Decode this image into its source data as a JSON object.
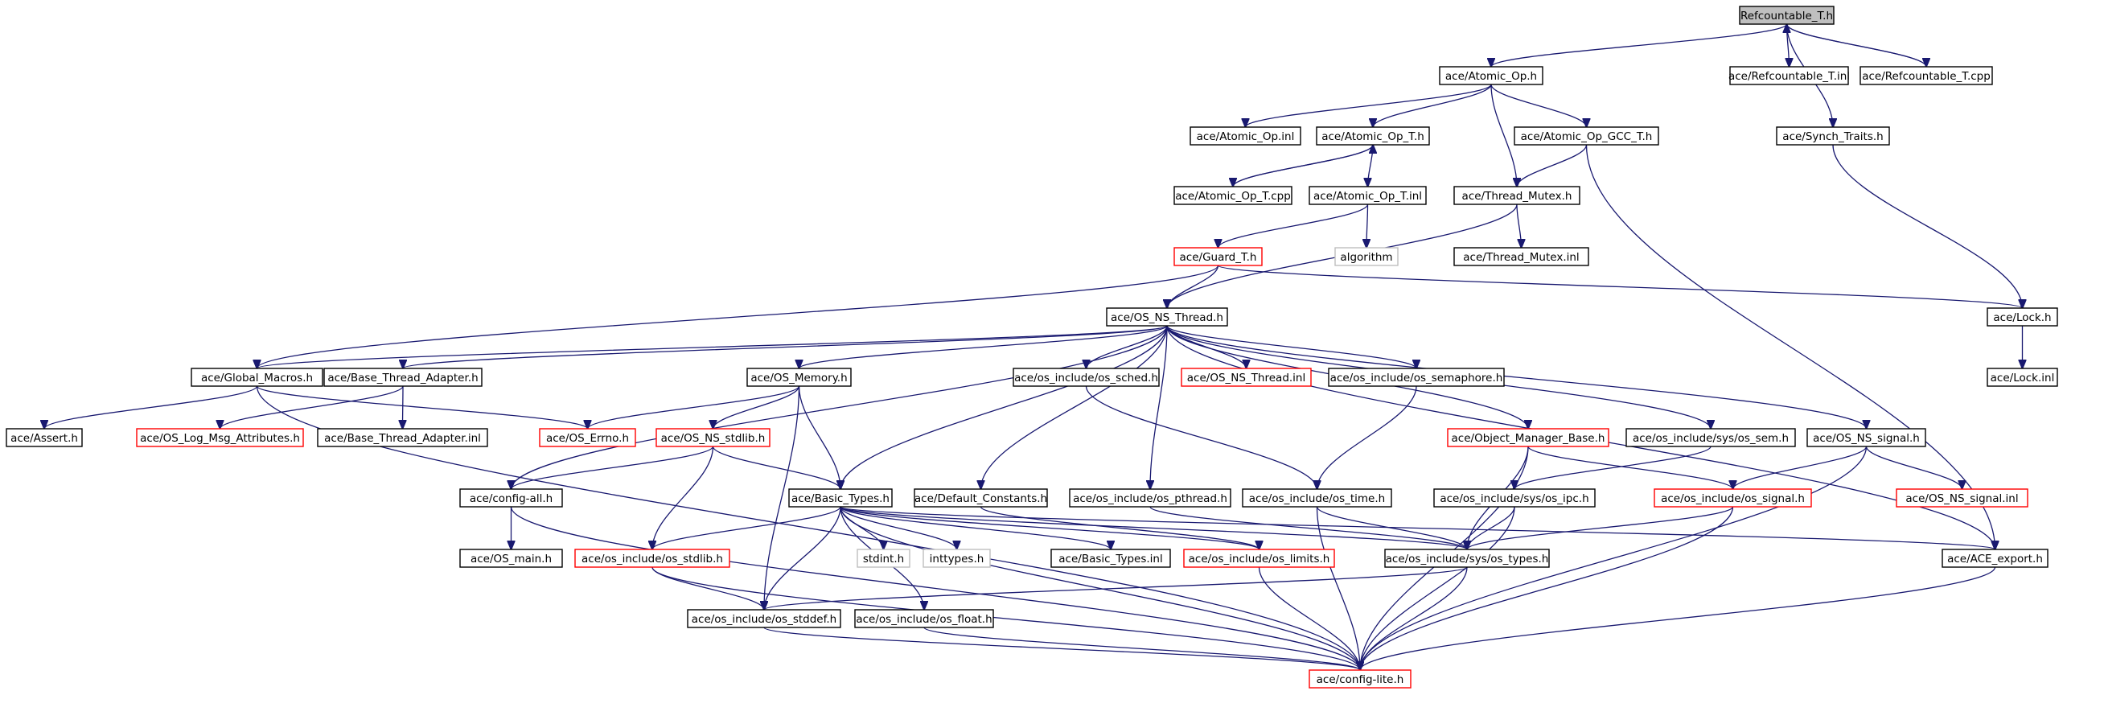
{
  "graph": {
    "nodes": [
      {
        "id": "refcountable_t_h",
        "label": "Refcountable_T.h",
        "type": "root"
      },
      {
        "id": "atomic_op_h",
        "label": "ace/Atomic_Op.h",
        "type": "normal"
      },
      {
        "id": "refcountable_t_inl",
        "label": "ace/Refcountable_T.inl",
        "type": "normal"
      },
      {
        "id": "refcountable_t_cpp",
        "label": "ace/Refcountable_T.cpp",
        "type": "normal"
      },
      {
        "id": "synch_traits_h",
        "label": "ace/Synch_Traits.h",
        "type": "normal"
      },
      {
        "id": "atomic_op_inl",
        "label": "ace/Atomic_Op.inl",
        "type": "normal"
      },
      {
        "id": "atomic_op_t_h",
        "label": "ace/Atomic_Op_T.h",
        "type": "normal"
      },
      {
        "id": "atomic_op_gcc_t_h",
        "label": "ace/Atomic_Op_GCC_T.h",
        "type": "normal"
      },
      {
        "id": "atomic_op_t_cpp",
        "label": "ace/Atomic_Op_T.cpp",
        "type": "normal"
      },
      {
        "id": "atomic_op_t_inl",
        "label": "ace/Atomic_Op_T.inl",
        "type": "normal"
      },
      {
        "id": "thread_mutex_h",
        "label": "ace/Thread_Mutex.h",
        "type": "normal"
      },
      {
        "id": "guard_t_h",
        "label": "ace/Guard_T.h",
        "type": "truncated"
      },
      {
        "id": "algorithm",
        "label": "algorithm",
        "type": "external"
      },
      {
        "id": "thread_mutex_inl",
        "label": "ace/Thread_Mutex.inl",
        "type": "normal"
      },
      {
        "id": "os_ns_thread_h",
        "label": "ace/OS_NS_Thread.h",
        "type": "normal"
      },
      {
        "id": "lock_h",
        "label": "ace/Lock.h",
        "type": "normal"
      },
      {
        "id": "lock_inl",
        "label": "ace/Lock.inl",
        "type": "normal"
      },
      {
        "id": "global_macros_h",
        "label": "ace/Global_Macros.h",
        "type": "normal"
      },
      {
        "id": "base_thread_adapter_h",
        "label": "ace/Base_Thread_Adapter.h",
        "type": "normal"
      },
      {
        "id": "os_memory_h",
        "label": "ace/OS_Memory.h",
        "type": "normal"
      },
      {
        "id": "os_sched_h",
        "label": "ace/os_include/os_sched.h",
        "type": "normal"
      },
      {
        "id": "os_ns_thread_inl",
        "label": "ace/OS_NS_Thread.inl",
        "type": "truncated"
      },
      {
        "id": "os_semaphore_h",
        "label": "ace/os_include/os_semaphore.h",
        "type": "normal"
      },
      {
        "id": "assert_h",
        "label": "ace/Assert.h",
        "type": "normal"
      },
      {
        "id": "os_log_msg_attributes_h",
        "label": "ace/OS_Log_Msg_Attributes.h",
        "type": "truncated"
      },
      {
        "id": "base_thread_adapter_inl",
        "label": "ace/Base_Thread_Adapter.inl",
        "type": "normal"
      },
      {
        "id": "os_errno_h",
        "label": "ace/OS_Errno.h",
        "type": "truncated"
      },
      {
        "id": "os_ns_stdlib_h",
        "label": "ace/OS_NS_stdlib.h",
        "type": "truncated"
      },
      {
        "id": "object_manager_base_h",
        "label": "ace/Object_Manager_Base.h",
        "type": "truncated"
      },
      {
        "id": "os_sem_h",
        "label": "ace/os_include/sys/os_sem.h",
        "type": "normal"
      },
      {
        "id": "os_ns_signal_h",
        "label": "ace/OS_NS_signal.h",
        "type": "normal"
      },
      {
        "id": "config_all_h",
        "label": "ace/config-all.h",
        "type": "normal"
      },
      {
        "id": "basic_types_h",
        "label": "ace/Basic_Types.h",
        "type": "normal"
      },
      {
        "id": "default_constants_h",
        "label": "ace/Default_Constants.h",
        "type": "normal"
      },
      {
        "id": "os_pthread_h",
        "label": "ace/os_include/os_pthread.h",
        "type": "normal"
      },
      {
        "id": "os_time_h",
        "label": "ace/os_include/os_time.h",
        "type": "normal"
      },
      {
        "id": "os_ipc_h",
        "label": "ace/os_include/sys/os_ipc.h",
        "type": "normal"
      },
      {
        "id": "os_signal_h",
        "label": "ace/os_include/os_signal.h",
        "type": "truncated"
      },
      {
        "id": "os_ns_signal_inl",
        "label": "ace/OS_NS_signal.inl",
        "type": "truncated"
      },
      {
        "id": "os_main_h",
        "label": "ace/OS_main.h",
        "type": "normal"
      },
      {
        "id": "os_stdlib_h",
        "label": "ace/os_include/os_stdlib.h",
        "type": "truncated"
      },
      {
        "id": "stdint_h",
        "label": "stdint.h",
        "type": "external"
      },
      {
        "id": "inttypes_h",
        "label": "inttypes.h",
        "type": "external"
      },
      {
        "id": "basic_types_inl",
        "label": "ace/Basic_Types.inl",
        "type": "normal"
      },
      {
        "id": "os_limits_h",
        "label": "ace/os_include/os_limits.h",
        "type": "truncated"
      },
      {
        "id": "os_types_h",
        "label": "ace/os_include/sys/os_types.h",
        "type": "normal"
      },
      {
        "id": "ace_export_h",
        "label": "ace/ACE_export.h",
        "type": "normal"
      },
      {
        "id": "os_stddef_h",
        "label": "ace/os_include/os_stddef.h",
        "type": "normal"
      },
      {
        "id": "os_float_h",
        "label": "ace/os_include/os_float.h",
        "type": "normal"
      },
      {
        "id": "config_lite_h",
        "label": "ace/config-lite.h",
        "type": "truncated"
      }
    ],
    "edges": [
      {
        "from": "refcountable_t_h",
        "to": "atomic_op_h"
      },
      {
        "from": "refcountable_t_h",
        "to": "refcountable_t_inl"
      },
      {
        "from": "refcountable_t_h",
        "to": "refcountable_t_cpp"
      },
      {
        "from": "refcountable_t_cpp",
        "to": "refcountable_t_h"
      },
      {
        "from": "refcountable_t_h",
        "to": "synch_traits_h"
      },
      {
        "from": "atomic_op_h",
        "to": "atomic_op_inl"
      },
      {
        "from": "atomic_op_h",
        "to": "atomic_op_t_h"
      },
      {
        "from": "atomic_op_h",
        "to": "atomic_op_gcc_t_h"
      },
      {
        "from": "atomic_op_h",
        "to": "thread_mutex_h"
      },
      {
        "from": "atomic_op_t_h",
        "to": "atomic_op_t_cpp"
      },
      {
        "from": "atomic_op_t_cpp",
        "to": "atomic_op_t_h"
      },
      {
        "from": "atomic_op_t_h",
        "to": "atomic_op_t_inl"
      },
      {
        "from": "atomic_op_gcc_t_h",
        "to": "thread_mutex_h"
      },
      {
        "from": "atomic_op_gcc_t_h",
        "to": "ace_export_h"
      },
      {
        "from": "atomic_op_t_inl",
        "to": "guard_t_h"
      },
      {
        "from": "atomic_op_t_inl",
        "to": "algorithm"
      },
      {
        "from": "thread_mutex_h",
        "to": "thread_mutex_inl"
      },
      {
        "from": "thread_mutex_h",
        "to": "os_ns_thread_h"
      },
      {
        "from": "synch_traits_h",
        "to": "lock_h"
      },
      {
        "from": "guard_t_h",
        "to": "os_ns_thread_h"
      },
      {
        "from": "guard_t_h",
        "to": "lock_h"
      },
      {
        "from": "guard_t_h",
        "to": "global_macros_h"
      },
      {
        "from": "lock_h",
        "to": "lock_inl"
      },
      {
        "from": "os_ns_thread_h",
        "to": "global_macros_h"
      },
      {
        "from": "os_ns_thread_h",
        "to": "base_thread_adapter_h"
      },
      {
        "from": "os_ns_thread_h",
        "to": "os_memory_h"
      },
      {
        "from": "os_ns_thread_h",
        "to": "os_sched_h"
      },
      {
        "from": "os_ns_thread_h",
        "to": "os_ns_thread_inl"
      },
      {
        "from": "os_ns_thread_h",
        "to": "os_semaphore_h"
      },
      {
        "from": "os_ns_thread_h",
        "to": "object_manager_base_h"
      },
      {
        "from": "os_ns_thread_h",
        "to": "os_sem_h"
      },
      {
        "from": "os_ns_thread_h",
        "to": "os_ns_signal_h"
      },
      {
        "from": "os_ns_thread_h",
        "to": "config_all_h"
      },
      {
        "from": "os_ns_thread_h",
        "to": "basic_types_h"
      },
      {
        "from": "os_ns_thread_h",
        "to": "default_constants_h"
      },
      {
        "from": "os_ns_thread_h",
        "to": "os_pthread_h"
      },
      {
        "from": "os_ns_thread_h",
        "to": "ace_export_h"
      },
      {
        "from": "global_macros_h",
        "to": "assert_h"
      },
      {
        "from": "global_macros_h",
        "to": "os_errno_h"
      },
      {
        "from": "global_macros_h",
        "to": "config_lite_h"
      },
      {
        "from": "base_thread_adapter_h",
        "to": "os_log_msg_attributes_h"
      },
      {
        "from": "base_thread_adapter_h",
        "to": "base_thread_adapter_inl"
      },
      {
        "from": "os_memory_h",
        "to": "os_errno_h"
      },
      {
        "from": "os_memory_h",
        "to": "os_ns_stdlib_h"
      },
      {
        "from": "os_memory_h",
        "to": "basic_types_h"
      },
      {
        "from": "os_memory_h",
        "to": "os_stddef_h"
      },
      {
        "from": "os_sched_h",
        "to": "os_time_h"
      },
      {
        "from": "os_semaphore_h",
        "to": "os_time_h"
      },
      {
        "from": "os_ns_stdlib_h",
        "to": "config_all_h"
      },
      {
        "from": "os_ns_stdlib_h",
        "to": "basic_types_h"
      },
      {
        "from": "os_ns_stdlib_h",
        "to": "os_stdlib_h"
      },
      {
        "from": "object_manager_base_h",
        "to": "os_signal_h"
      },
      {
        "from": "object_manager_base_h",
        "to": "os_types_h"
      },
      {
        "from": "object_manager_base_h",
        "to": "config_lite_h"
      },
      {
        "from": "os_sem_h",
        "to": "os_ipc_h"
      },
      {
        "from": "os_ns_signal_h",
        "to": "os_signal_h"
      },
      {
        "from": "os_ns_signal_h",
        "to": "os_ns_signal_inl"
      },
      {
        "from": "os_ns_signal_h",
        "to": "config_lite_h"
      },
      {
        "from": "config_all_h",
        "to": "os_main_h"
      },
      {
        "from": "config_all_h",
        "to": "config_lite_h"
      },
      {
        "from": "basic_types_h",
        "to": "os_stdlib_h"
      },
      {
        "from": "basic_types_h",
        "to": "stdint_h"
      },
      {
        "from": "basic_types_h",
        "to": "inttypes_h"
      },
      {
        "from": "basic_types_h",
        "to": "basic_types_inl"
      },
      {
        "from": "basic_types_h",
        "to": "os_limits_h"
      },
      {
        "from": "basic_types_h",
        "to": "os_types_h"
      },
      {
        "from": "basic_types_h",
        "to": "ace_export_h"
      },
      {
        "from": "basic_types_h",
        "to": "os_stddef_h"
      },
      {
        "from": "basic_types_h",
        "to": "os_float_h"
      },
      {
        "from": "basic_types_h",
        "to": "config_lite_h"
      },
      {
        "from": "default_constants_h",
        "to": "os_limits_h"
      },
      {
        "from": "os_pthread_h",
        "to": "os_types_h"
      },
      {
        "from": "os_time_h",
        "to": "os_types_h"
      },
      {
        "from": "os_time_h",
        "to": "config_lite_h"
      },
      {
        "from": "os_ipc_h",
        "to": "os_types_h"
      },
      {
        "from": "os_ipc_h",
        "to": "config_lite_h"
      },
      {
        "from": "os_signal_h",
        "to": "os_types_h"
      },
      {
        "from": "os_signal_h",
        "to": "config_lite_h"
      },
      {
        "from": "os_stdlib_h",
        "to": "os_stddef_h"
      },
      {
        "from": "os_stdlib_h",
        "to": "config_lite_h"
      },
      {
        "from": "os_limits_h",
        "to": "config_lite_h"
      },
      {
        "from": "os_types_h",
        "to": "os_stddef_h"
      },
      {
        "from": "os_types_h",
        "to": "config_lite_h"
      },
      {
        "from": "ace_export_h",
        "to": "config_lite_h"
      },
      {
        "from": "os_stddef_h",
        "to": "config_lite_h"
      },
      {
        "from": "os_float_h",
        "to": "config_lite_h"
      }
    ]
  },
  "colors": {
    "edge": "#191970",
    "normal_border": "#000000",
    "truncated_border": "#ff0000",
    "external_border": "#bfbfbf",
    "root_fill": "#bfbfbf",
    "background": "#ffffff"
  }
}
